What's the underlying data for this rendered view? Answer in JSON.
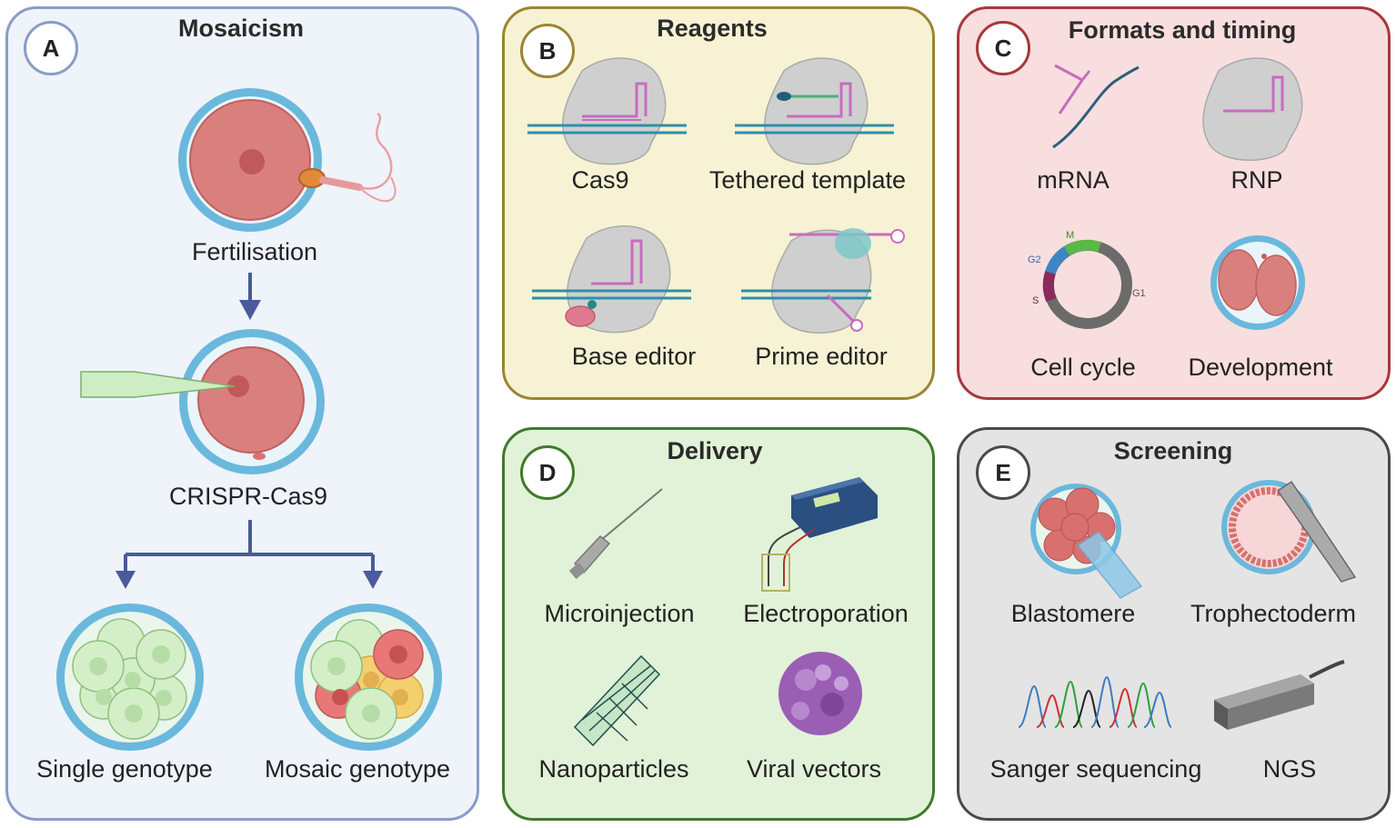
{
  "panels": {
    "a": {
      "badge": "A",
      "title": "Mosaicism",
      "border_color": "#8a9cc7",
      "fill_color": "#eff3fa",
      "labels": {
        "fertilisation": "Fertilisation",
        "crispr": "CRISPR-Cas9",
        "single": "Single genotype",
        "mosaic": "Mosaic genotype"
      }
    },
    "b": {
      "badge": "B",
      "title": "Reagents",
      "border_color": "#9c8434",
      "fill_color": "#f6f2d3",
      "labels": {
        "cas9": "Cas9",
        "tethered": "Tethered template",
        "base": "Base editor",
        "prime": "Prime editor"
      }
    },
    "c": {
      "badge": "C",
      "title": "Formats and timing",
      "border_color": "#a8373d",
      "fill_color": "#f9dedf",
      "labels": {
        "mrna": "mRNA",
        "rnp": "RNP",
        "cellcycle": "Cell cycle",
        "development": "Development"
      },
      "cycle_phases": {
        "m": "M",
        "g2": "G2",
        "s": "S",
        "g1": "G1"
      }
    },
    "d": {
      "badge": "D",
      "title": "Delivery",
      "border_color": "#3f7a2c",
      "fill_color": "#e2f2d8",
      "labels": {
        "microinjection": "Microinjection",
        "electroporation": "Electroporation",
        "nanoparticles": "Nanoparticles",
        "viral": "Viral vectors"
      }
    },
    "e": {
      "badge": "E",
      "title": "Screening",
      "border_color": "#4a4a4a",
      "fill_color": "#e4e4e4",
      "labels": {
        "blastomere": "Blastomere",
        "trophectoderm": "Trophectoderm",
        "sanger": "Sanger sequencing",
        "ngs": "NGS"
      }
    }
  },
  "colors": {
    "zona": "#6ab8dc",
    "egg": "#d9807e",
    "egg_edge": "#c15f5f",
    "arrow": "#4a5a9c",
    "cell_green": "#d4efc8",
    "cell_green_edge": "#8fc07e",
    "cell_red": "#e87878",
    "cell_yellow": "#f4cf6e",
    "dna": "#2f8fa8",
    "rna": "#c86bc0",
    "protein": "#cfcfcf",
    "needle": "#cdeec4"
  }
}
